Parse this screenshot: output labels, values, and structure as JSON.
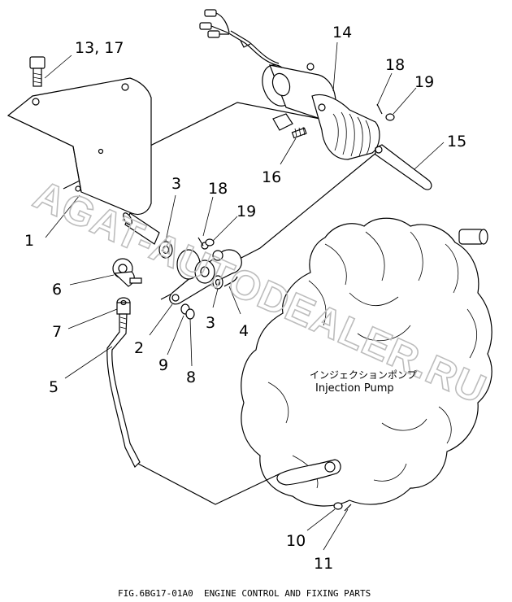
{
  "figure": {
    "caption": "FIG.6BG17-01A0  ENGINE CONTROL AND FIXING PARTS",
    "watermark": "AGAT-AUTODEALER.RU",
    "component_label_jp": "インジェクションポンプ",
    "component_label_en": "Injection Pump"
  },
  "callouts": {
    "c13_17": "13, 17",
    "c14": "14",
    "c18a": "18",
    "c19a": "19",
    "c15": "15",
    "c16": "16",
    "c3a": "3",
    "c18b": "18",
    "c19b": "19",
    "c1": "1",
    "c6": "6",
    "c7": "7",
    "c5": "5",
    "c2": "2",
    "c9": "9",
    "c8": "8",
    "c3b": "3",
    "c4": "4",
    "c10": "10",
    "c11": "11"
  }
}
